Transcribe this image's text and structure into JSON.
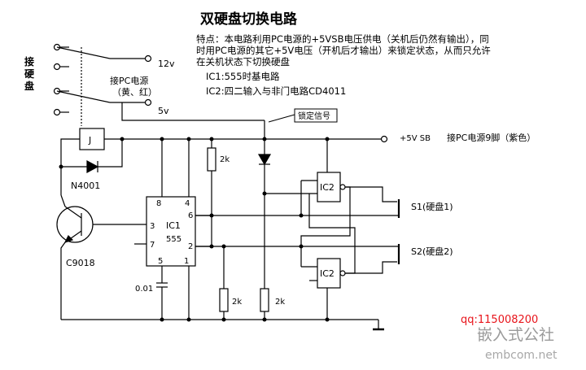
{
  "title": "双硬盘切换电路",
  "description": {
    "line1": "特点：本电路利用PC电源的+5VSB电压供电（关机后仍然有输出），同",
    "line2": "时用PC电源的其它+5V电压（开机后才输出）来锁定状态，从而只允许",
    "line3": "在关机状态下切换硬盘"
  },
  "ic_notes": {
    "ic1": "IC1:555时基电路",
    "ic2": "IC2:四二输入与非门电路CD4011"
  },
  "labels": {
    "hdd_side": "接硬盘",
    "pc_psu": "接PC电源",
    "pc_psu_colors": "（黄、红）",
    "v12": "12v",
    "v5": "5v",
    "lock_signal": "锁定信号",
    "v5sb": "+5V SB",
    "psu_pin9": "接PC电源9脚（紫色）",
    "relay": "J",
    "diode": "N4001",
    "transistor": "C9018",
    "ic1_name": "IC1",
    "ic1_type": "555",
    "pin8": "8",
    "pin4": "4",
    "pin6": "6",
    "pin3": "3",
    "pin7": "7",
    "pin2": "2",
    "pin5": "5",
    "pin1": "1",
    "cap": "0.01",
    "r_top": "2k",
    "r_mid": "2k",
    "r_right": "2k",
    "ic2_top": "IC2",
    "ic2_bottom": "IC2",
    "s1": "S1(硬盘1)",
    "s2": "S2(硬盘2)"
  },
  "watermark": {
    "qq": "qq:115008200",
    "cn": "嵌入式公社",
    "site": "embcom.net"
  }
}
